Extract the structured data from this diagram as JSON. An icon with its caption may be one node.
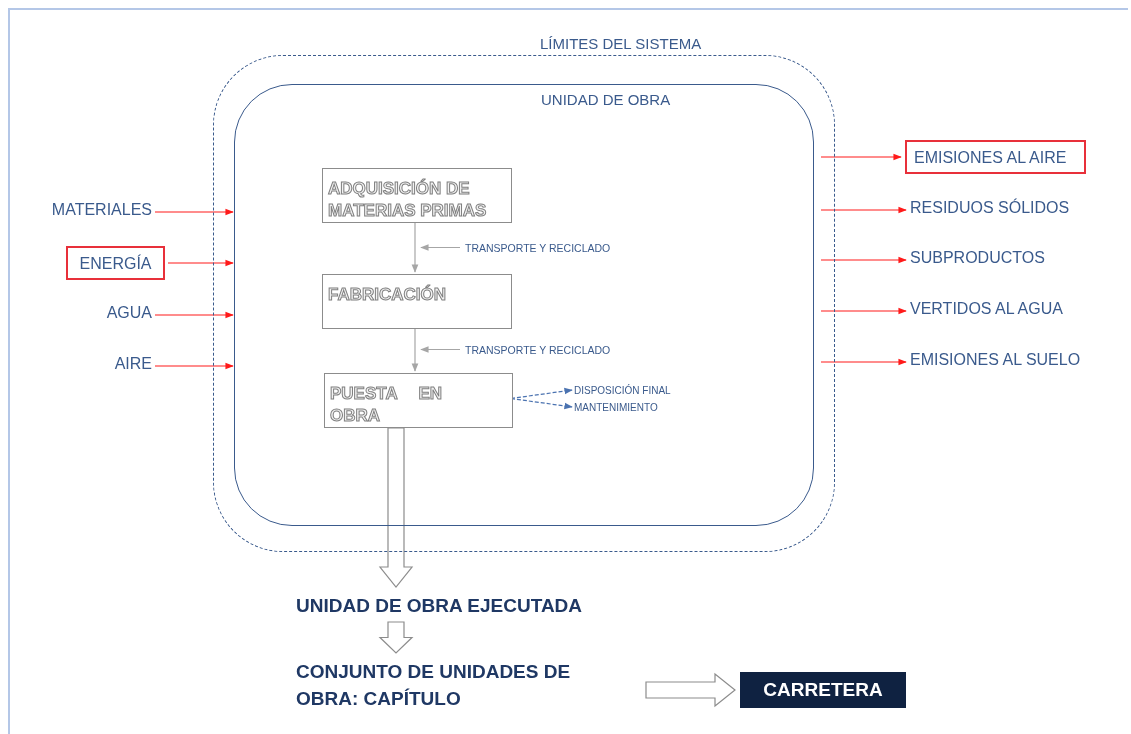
{
  "diagram": {
    "nodes": [
      {
        "text": [
          "LÍMITES DEL SISTEMA"
        ]
      },
      {
        "text": [
          "UNIDAD DE OBRA"
        ],
        "in": 0
      },
      {
        "text": [
          "ADQUISICIÓN DE MATERIAS PRIMAS"
        ],
        "in": 1
      },
      {
        "text": [
          "FABRICACIÓN"
        ],
        "in": 1
      },
      {
        "text": [
          "PUESTA EN OBRA"
        ],
        "in": 1
      },
      {
        "text": [
          "TRANSPORTE Y RECICLADO"
        ],
        "in": 1
      },
      {
        "text": [
          "TRANSPORTE Y RECICLADO"
        ],
        "in": 1
      },
      {
        "text": [
          "DISPOSICIÓN FINAL"
        ],
        "in": 1
      },
      {
        "text": [
          "MANTENIMIENTO"
        ],
        "in": 1
      },
      {
        "text": [
          "MATERIALES"
        ]
      },
      {
        "text": [
          "ENERGÍA"
        ]
      },
      {
        "text": [
          "AGUA"
        ]
      },
      {
        "text": [
          "AIRE"
        ]
      },
      {
        "text": [
          "EMISIONES AL AIRE"
        ]
      },
      {
        "text": [
          "RESIDUOS SÓLIDOS"
        ]
      },
      {
        "text": [
          "SUBPRODUCTOS"
        ]
      },
      {
        "text": [
          "VERTIDOS AL AGUA"
        ]
      },
      {
        "text": [
          "EMISIONES AL SUELO"
        ]
      },
      {
        "text": [
          "UNIDAD DE OBRA EJECUTADA"
        ]
      },
      {
        "text": [
          "CONJUNTO DE UNIDADES DE OBRA: CAPÍTULO"
        ]
      },
      {
        "text": [
          "CARRETERA"
        ]
      }
    ],
    "edges": [
      {
        "from": 2,
        "to": 3,
        "arrow": "to",
        "color": "#a6a6a6"
      },
      {
        "from": 3,
        "to": 4,
        "arrow": "to",
        "color": "#a6a6a6"
      },
      {
        "from": 5,
        "to": 2,
        "arrow": "to",
        "color": "#a6a6a6"
      },
      {
        "from": 6,
        "to": 3,
        "arrow": "to",
        "color": "#a6a6a6"
      },
      {
        "from": 4,
        "to": 7,
        "arrow": "to",
        "style": "dashed",
        "color": "#4a72b0"
      },
      {
        "from": 4,
        "to": 8,
        "arrow": "to",
        "style": "dashed",
        "color": "#4a72b0"
      },
      {
        "from": 9,
        "to": 1,
        "arrow": "to"
      },
      {
        "from": 10,
        "to": 1,
        "arrow": "to"
      },
      {
        "from": 11,
        "to": 1,
        "arrow": "to"
      },
      {
        "from": 12,
        "to": 1,
        "arrow": "to"
      },
      {
        "from": 1,
        "to": 13,
        "arrow": "to"
      },
      {
        "from": 1,
        "to": 14,
        "arrow": "to"
      },
      {
        "from": 1,
        "to": 15,
        "arrow": "to"
      },
      {
        "from": 1,
        "to": 16,
        "arrow": "to"
      },
      {
        "from": 1,
        "to": 17,
        "arrow": "to"
      },
      {
        "from": 4,
        "to": 18,
        "arrow": "to",
        "style": "thick",
        "color": "#8c8c8c"
      },
      {
        "from": 18,
        "to": 19,
        "arrow": "to",
        "style": "thick",
        "color": "#8c8c8c"
      },
      {
        "from": 19,
        "to": 20,
        "arrow": "to",
        "style": "thick",
        "color": "#8c8c8c"
      }
    ]
  }
}
